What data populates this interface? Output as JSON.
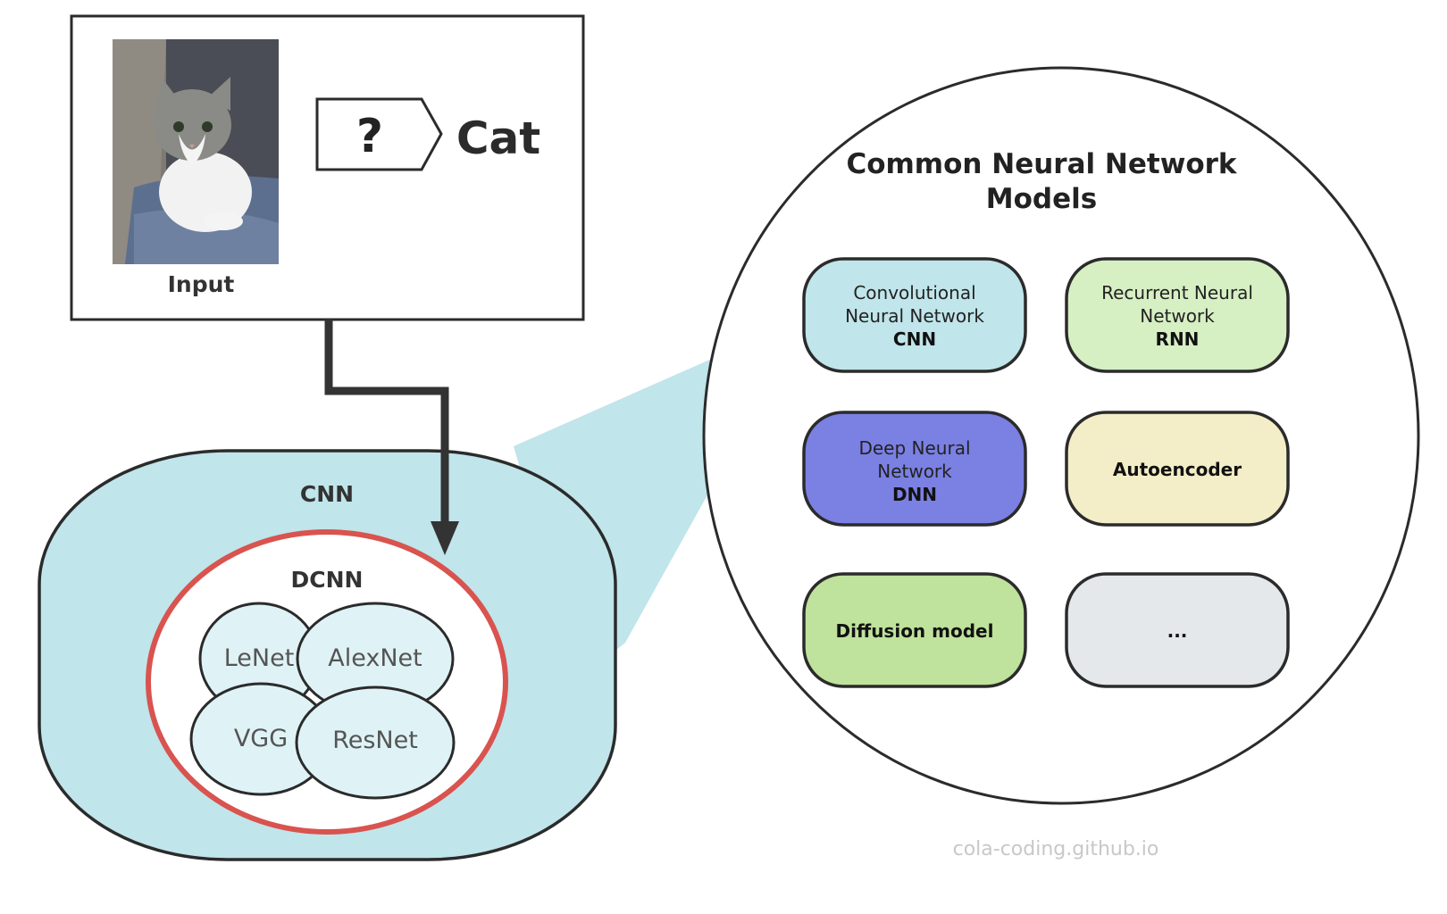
{
  "input_panel": {
    "caption": "Input",
    "unknown_symbol": "?",
    "output_label": "Cat"
  },
  "cnn_region": {
    "label": "CNN",
    "dcnn": {
      "label": "DCNN",
      "architectures": [
        "LeNet",
        "AlexNet",
        "VGG",
        "ResNet"
      ]
    }
  },
  "models_circle": {
    "title_line1": "Common Neural Network",
    "title_line2": "Models",
    "cards": [
      {
        "line1": "Convolutional",
        "line2": "Neural Network",
        "abbr": "CNN",
        "color": "#c0e5ea"
      },
      {
        "line1": "Recurrent Neural",
        "line2": "Network",
        "abbr": "RNN",
        "color": "#d6efc3"
      },
      {
        "line1": "Deep Neural",
        "line2": "Network",
        "abbr": "DNN",
        "color": "#7b80e3"
      },
      {
        "line1": "",
        "line2": "",
        "abbr": "Autoencoder",
        "color": "#f3edc8"
      },
      {
        "line1": "",
        "line2": "",
        "abbr": "Diffusion model",
        "color": "#bfe29c"
      },
      {
        "line1": "",
        "line2": "",
        "abbr": "...",
        "color": "#e4e8ea"
      }
    ]
  },
  "watermark": "cola-coding.github.io",
  "colors": {
    "cnn_fill": "#c0e5ea",
    "dcnn_ring": "#d9534f",
    "arch_fill": "#dff3f6",
    "stroke": "#2b2b2b"
  }
}
